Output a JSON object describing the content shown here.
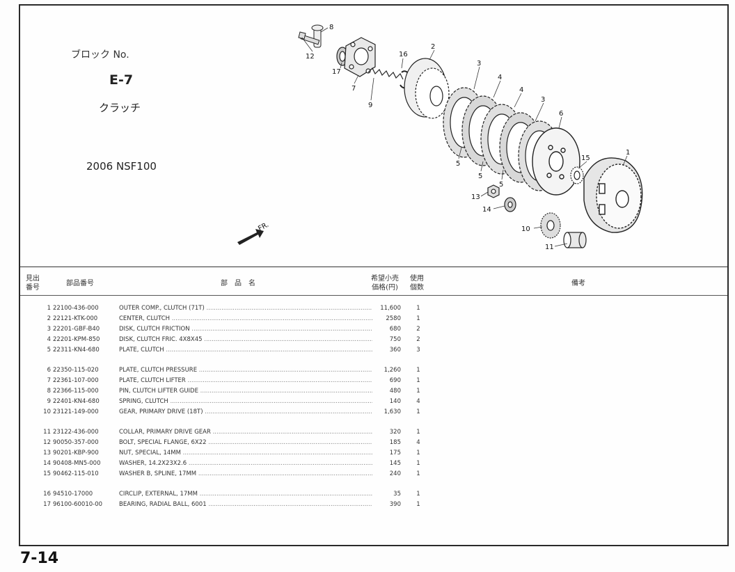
{
  "header": {
    "block_label": "ブロック No.",
    "block_code": "E-7",
    "block_name": "クラッチ",
    "model": "2006 NSF100"
  },
  "diagram": {
    "direction_label": "FR.",
    "callouts": [
      "1",
      "2",
      "3",
      "3",
      "4",
      "4",
      "5",
      "5",
      "5",
      "6",
      "7",
      "8",
      "9",
      "10",
      "11",
      "12",
      "13",
      "14",
      "15",
      "16",
      "17"
    ]
  },
  "table": {
    "col_ref": "見出\n番号",
    "col_part_no": "部品番号",
    "col_desc": "部　品　名",
    "col_price": "希望小売\n価格(円)",
    "col_qty": "使用\n個数",
    "col_remarks": "備考",
    "rows": [
      {
        "no": "1",
        "part": "22100-436-000",
        "desc": "OUTER COMP., CLUTCH (71T)",
        "price": "11,600",
        "qty": "1"
      },
      {
        "no": "2",
        "part": "22121-KTK-000",
        "desc": "CENTER, CLUTCH",
        "price": "2580",
        "qty": "1"
      },
      {
        "no": "3",
        "part": "22201-GBF-B40",
        "desc": "DISK, CLUTCH FRICTION",
        "price": "680",
        "qty": "2"
      },
      {
        "no": "4",
        "part": "22201-KPM-850",
        "desc": "DISK, CLUTCH FRIC. 4X8X45",
        "price": "750",
        "qty": "2"
      },
      {
        "no": "5",
        "part": "22311-KN4-680",
        "desc": "PLATE, CLUTCH",
        "price": "360",
        "qty": "3"
      },
      {
        "no": "6",
        "part": "22350-115-020",
        "desc": "PLATE, CLUTCH PRESSURE",
        "price": "1,260",
        "qty": "1"
      },
      {
        "no": "7",
        "part": "22361-107-000",
        "desc": "PLATE, CLUTCH LIFTER",
        "price": "690",
        "qty": "1"
      },
      {
        "no": "8",
        "part": "22366-115-000",
        "desc": "PIN, CLUTCH LIFTER GUIDE",
        "price": "480",
        "qty": "1"
      },
      {
        "no": "9",
        "part": "22401-KN4-680",
        "desc": "SPRING, CLUTCH",
        "price": "140",
        "qty": "4"
      },
      {
        "no": "10",
        "part": "23121-149-000",
        "desc": "GEAR, PRIMARY DRIVE (18T)",
        "price": "1,630",
        "qty": "1"
      },
      {
        "no": "11",
        "part": "23122-436-000",
        "desc": "COLLAR, PRIMARY DRIVE GEAR",
        "price": "320",
        "qty": "1"
      },
      {
        "no": "12",
        "part": "90050-357-000",
        "desc": "BOLT, SPECIAL FLANGE, 6X22",
        "price": "185",
        "qty": "4"
      },
      {
        "no": "13",
        "part": "90201-KBP-900",
        "desc": "NUT, SPECIAL, 14MM",
        "price": "175",
        "qty": "1"
      },
      {
        "no": "14",
        "part": "90408-MN5-000",
        "desc": "WASHER, 14.2X23X2.6",
        "price": "145",
        "qty": "1"
      },
      {
        "no": "15",
        "part": "90462-115-010",
        "desc": "WASHER B, SPLINE, 17MM",
        "price": "240",
        "qty": "1"
      },
      {
        "no": "16",
        "part": "94510-17000",
        "desc": "CIRCLIP, EXTERNAL, 17MM",
        "price": "35",
        "qty": "1"
      },
      {
        "no": "17",
        "part": "96100-60010-00",
        "desc": "BEARING, RADIAL BALL, 6001",
        "price": "390",
        "qty": "1"
      }
    ]
  },
  "footer": {
    "page_number": "7-14"
  }
}
